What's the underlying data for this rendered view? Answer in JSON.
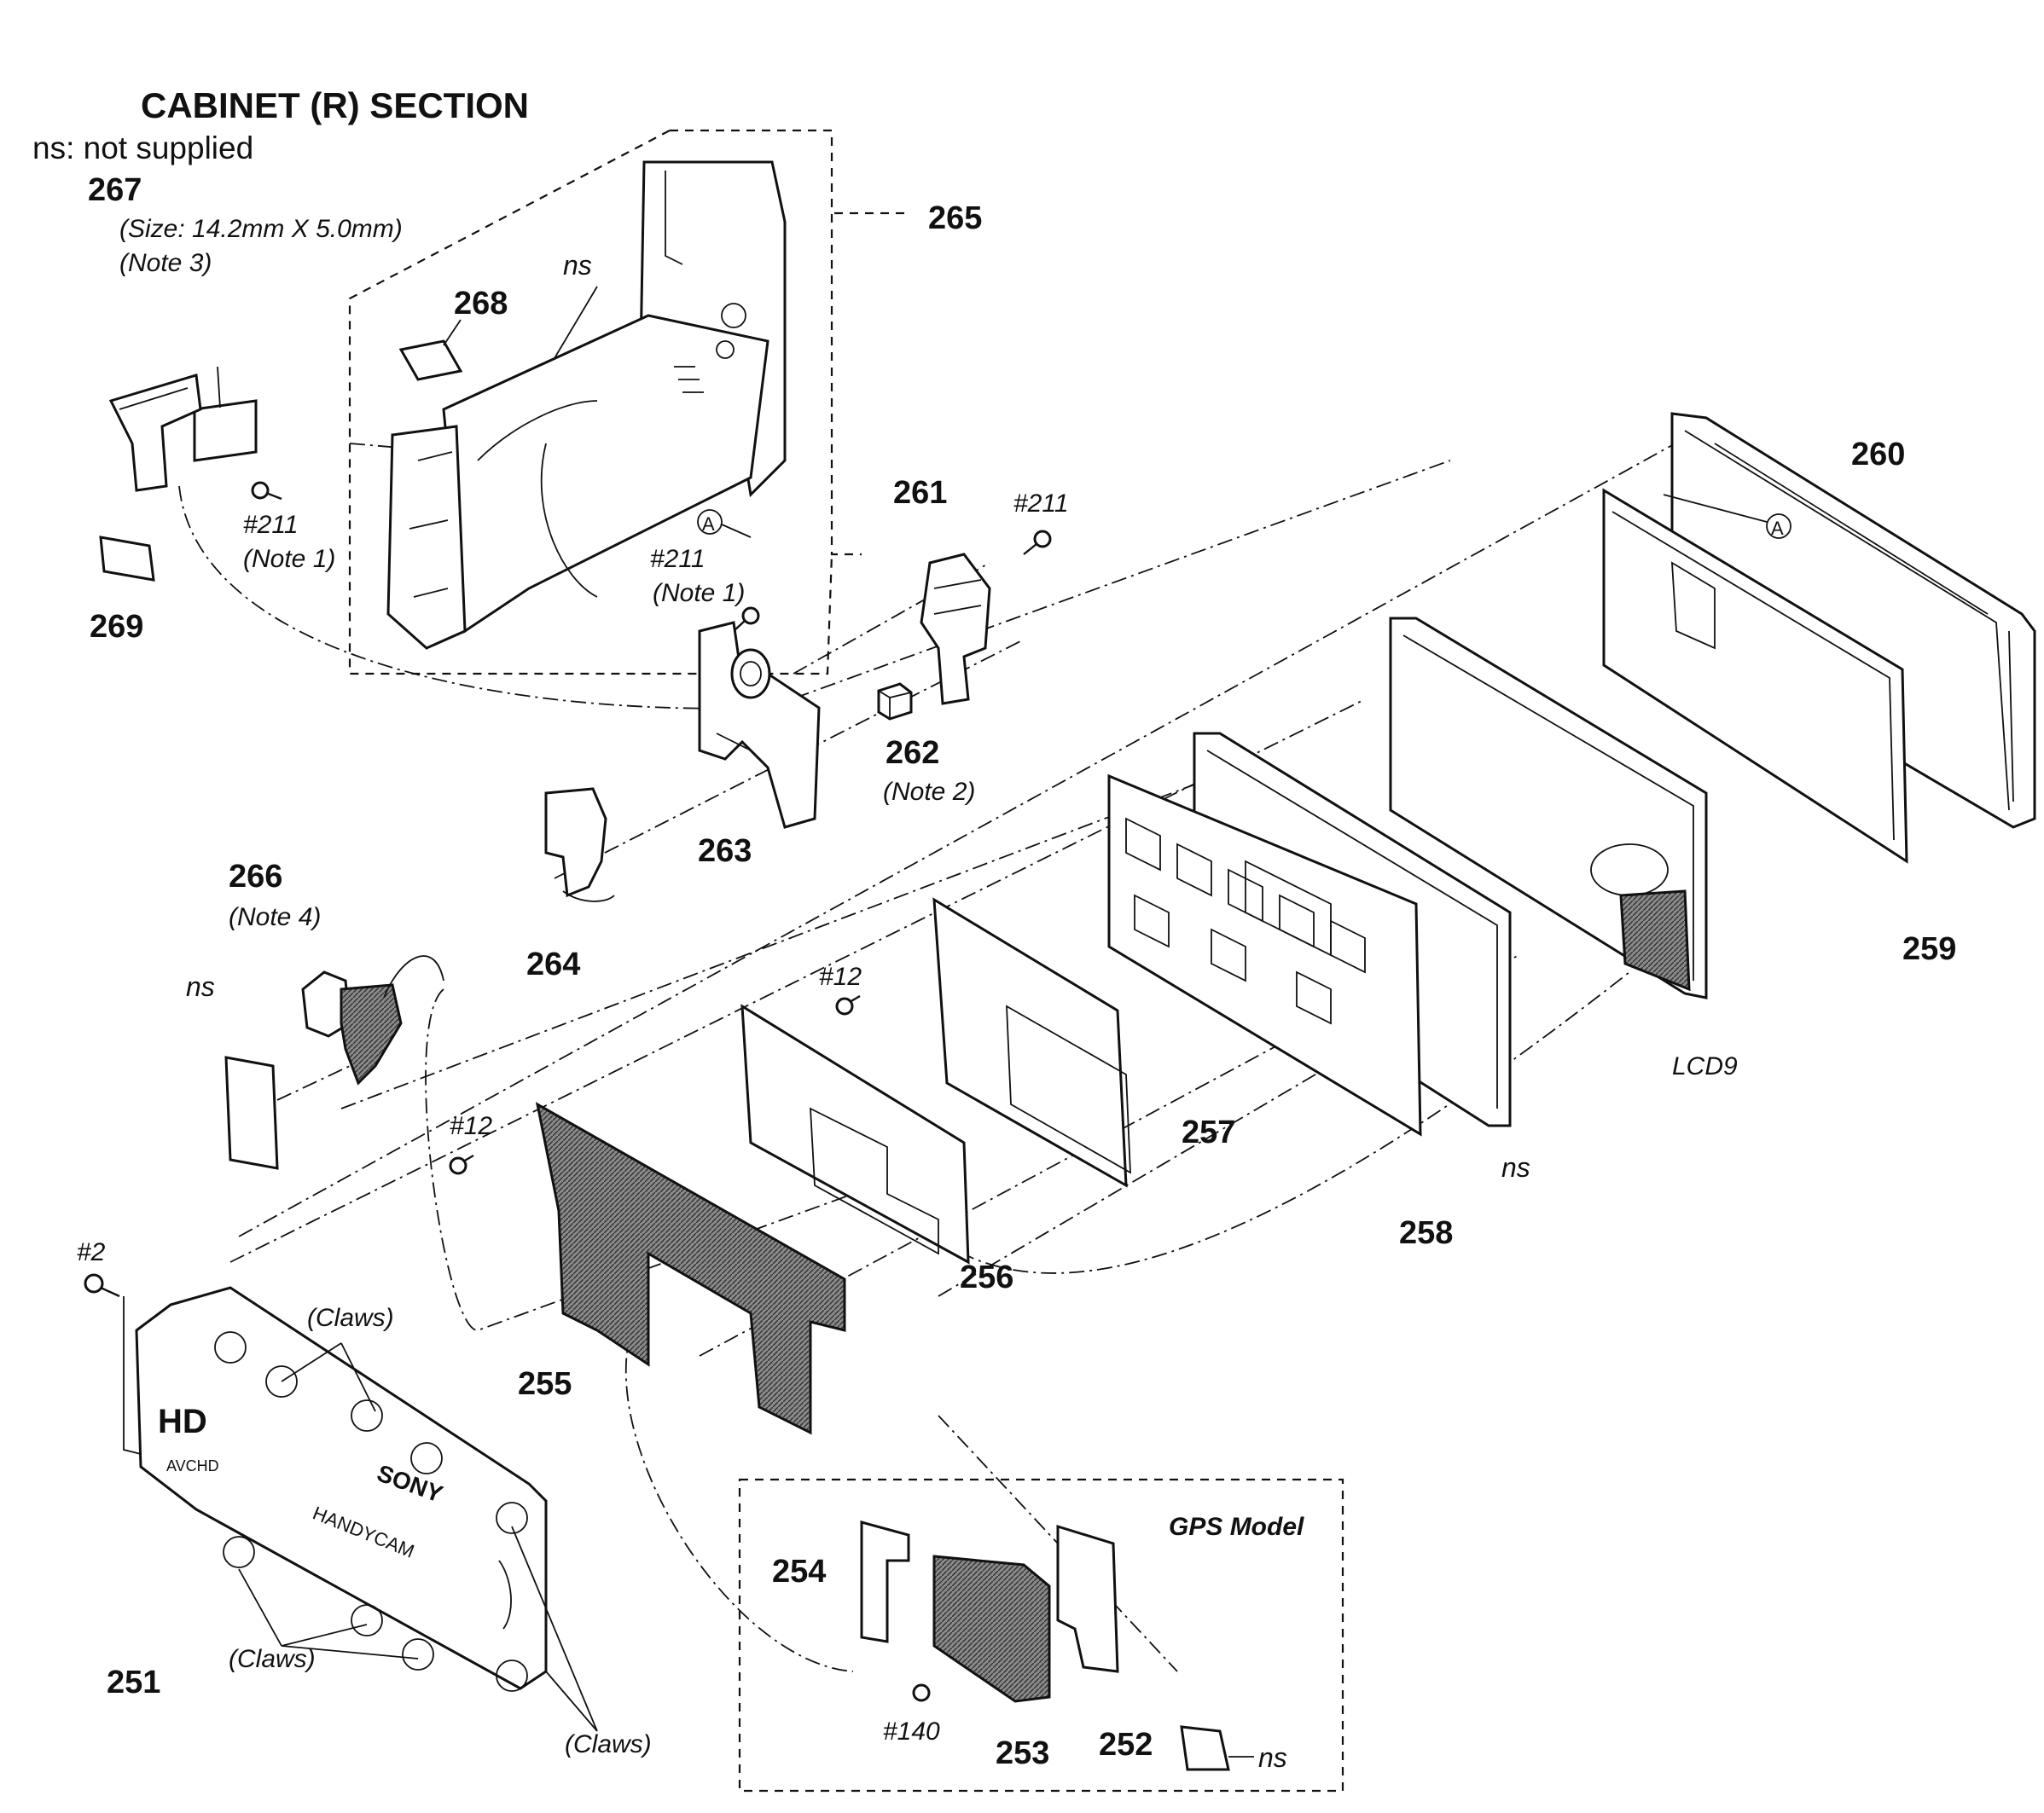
{
  "title": "CABINET (R) SECTION",
  "subtitle": "ns: not supplied",
  "gps_label": "GPS Model",
  "claws_label": "(Claws)",
  "ns_label": "ns",
  "ref_a": "A",
  "labels": {
    "p251": "251",
    "p252": "252",
    "p253": "253",
    "p254": "254",
    "p255": "255",
    "p256": "256",
    "p257": "257",
    "p258": "258",
    "p259": "259",
    "p260": "260",
    "p261": "261",
    "p262": "262",
    "p263": "263",
    "p264": "264",
    "p265": "265",
    "p266": "266",
    "p267": "267",
    "p268": "268",
    "p269": "269",
    "lcd9": "LCD9",
    "s2": "#2",
    "s12a": "#12",
    "s12b": "#12",
    "s140": "#140",
    "s211a": "#211",
    "s211b": "#211",
    "s211c": "#211"
  },
  "notes": {
    "size267": "(Size: 14.2mm X 5.0mm)",
    "note3": "(Note 3)",
    "note1a": "(Note 1)",
    "note1b": "(Note 1)",
    "note2": "(Note 2)",
    "note4": "(Note 4)"
  },
  "cover_marks": {
    "logo_hd": "HD",
    "logo_avchd": "AVCHD",
    "brand": "SONY",
    "product": "HANDYCAM"
  }
}
